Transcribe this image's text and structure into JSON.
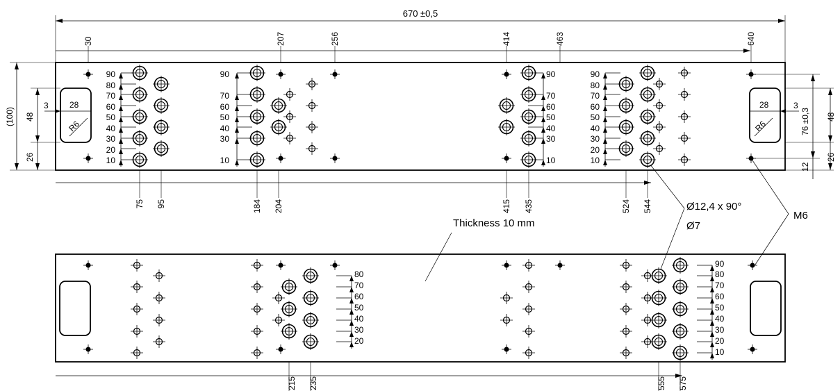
{
  "dimensions": {
    "overall_length": "670 ±0,5",
    "top_positions": [
      "30",
      "207",
      "256",
      "414",
      "463",
      "640"
    ],
    "bottom_positions_top_view": [
      "75",
      "95",
      "184",
      "204",
      "415",
      "435",
      "524",
      "544"
    ],
    "bottom_positions_bottom_view": [
      "215",
      "235",
      "555",
      "575"
    ],
    "height_overall": "(100)",
    "slot_height": "48",
    "slot_offset": "26",
    "slot_offset_right": "26",
    "slot_width": "28",
    "slot_edge_gap": "3",
    "slot_radius": "R6",
    "plate_height": "76 ±0,3",
    "slot_height_right": "48",
    "edge_hole_offset": "12"
  },
  "ladder_labels_full": [
    "90",
    "80",
    "70",
    "60",
    "50",
    "40",
    "30",
    "20",
    "10"
  ],
  "ladder_labels_group2": [
    "90",
    "70",
    "60",
    "50",
    "40",
    "30",
    "10"
  ],
  "ladder_labels_group3": [
    "90",
    "70",
    "60",
    "50",
    "40",
    "30",
    "10"
  ],
  "ladder_labels_bottom_a": [
    "80",
    "70",
    "60",
    "50",
    "40",
    "30",
    "20"
  ],
  "ladder_labels_bottom_b": [
    "90",
    "80",
    "70",
    "60",
    "50",
    "40",
    "30",
    "20",
    "10"
  ],
  "callouts": {
    "countersink": "Ø12,4 x 90°",
    "through_hole": "Ø7",
    "thread": "M6",
    "thickness": "Thickness 10 mm"
  }
}
